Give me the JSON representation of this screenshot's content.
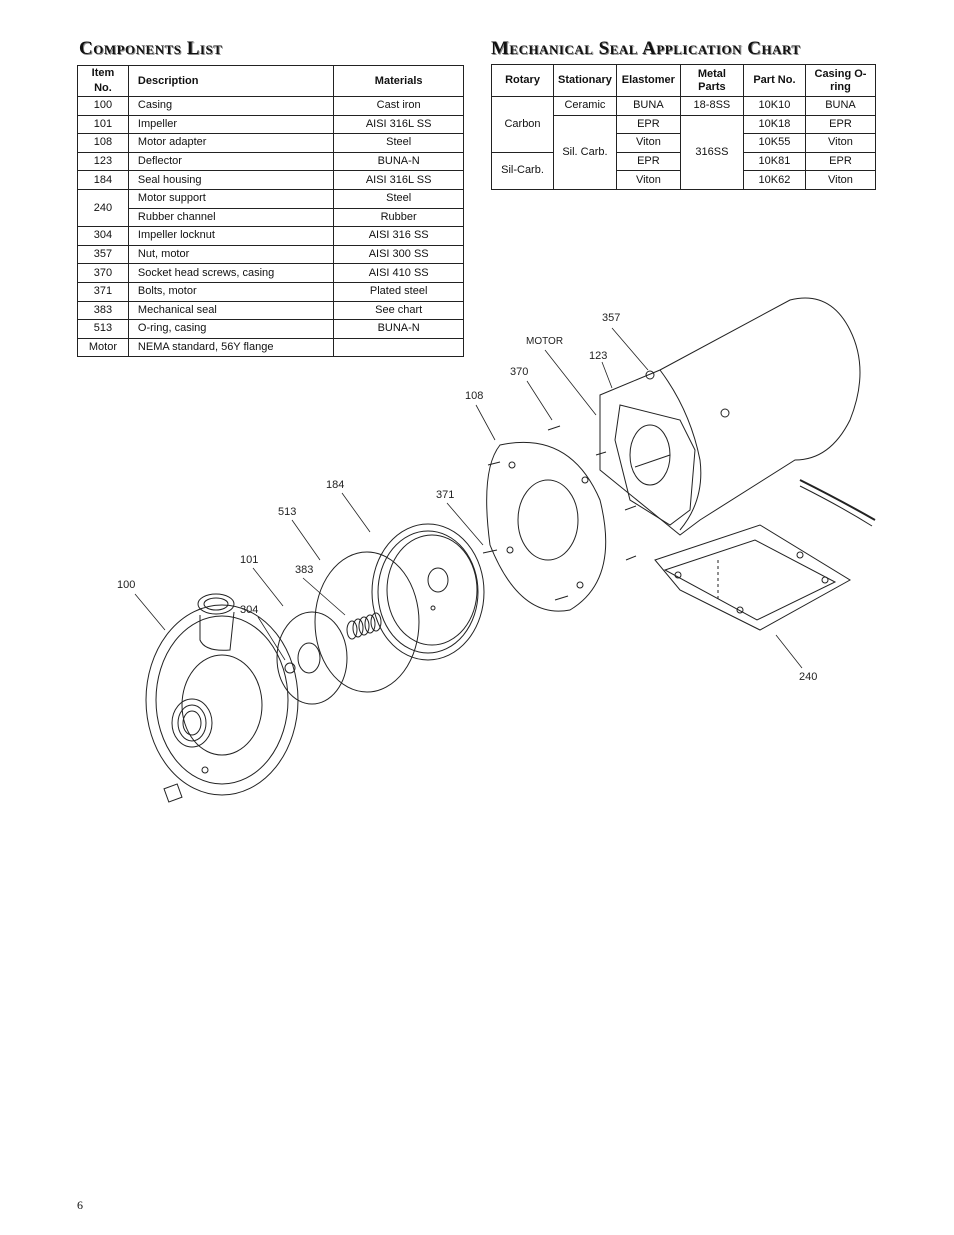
{
  "components": {
    "heading": "Components List",
    "headers": [
      "Item No.",
      "Description",
      "Materials"
    ],
    "rows": [
      {
        "item": "100",
        "desc": "Casing",
        "mat": "Cast iron"
      },
      {
        "item": "101",
        "desc": "Impeller",
        "mat": "AISI 316L SS"
      },
      {
        "item": "108",
        "desc": "Motor adapter",
        "mat": "Steel"
      },
      {
        "item": "123",
        "desc": "Deflector",
        "mat": "BUNA-N"
      },
      {
        "item": "184",
        "desc": "Seal housing",
        "mat": "AISI 316L SS"
      },
      {
        "item": "240",
        "desc": "Motor support",
        "mat": "Steel"
      },
      {
        "item": "",
        "desc": "Rubber channel",
        "mat": "Rubber"
      },
      {
        "item": "304",
        "desc": "Impeller locknut",
        "mat": "AISI 316 SS"
      },
      {
        "item": "357",
        "desc": "Nut, motor",
        "mat": "AISI 300 SS"
      },
      {
        "item": "370",
        "desc": "Socket head screws, casing",
        "mat": "AISI 410 SS"
      },
      {
        "item": "371",
        "desc": "Bolts, motor",
        "mat": "Plated steel"
      },
      {
        "item": "383",
        "desc": "Mechanical seal",
        "mat": "See chart"
      },
      {
        "item": "513",
        "desc": "O-ring, casing",
        "mat": "BUNA-N"
      },
      {
        "item": "Motor",
        "desc": "NEMA standard, 56Y flange",
        "mat": ""
      }
    ]
  },
  "seal_chart": {
    "heading": "Mechanical Seal Application Chart",
    "headers": [
      "Rotary",
      "Stationary",
      "Elastomer",
      "Metal Parts",
      "Part No.",
      "Casing O-ring"
    ],
    "rotary": [
      "Carbon",
      "Sil-Carb."
    ],
    "stationary": [
      "Ceramic",
      "Sil. Carb."
    ],
    "elastomer": [
      "BUNA",
      "EPR",
      "Viton",
      "EPR",
      "Viton"
    ],
    "metal_parts": [
      "18-8SS",
      "316SS"
    ],
    "part_no": [
      "10K10",
      "10K18",
      "10K55",
      "10K81",
      "10K62"
    ],
    "casing_oring": [
      "BUNA",
      "EPR",
      "Viton",
      "EPR",
      "Viton"
    ]
  },
  "callouts": {
    "c357": "357",
    "motor": "MOTOR",
    "c123": "123",
    "c370": "370",
    "c108": "108",
    "c184": "184",
    "c371": "371",
    "c513": "513",
    "c101": "101",
    "c383": "383",
    "c100": "100",
    "c304": "304",
    "c240": "240"
  },
  "page_number": "6"
}
